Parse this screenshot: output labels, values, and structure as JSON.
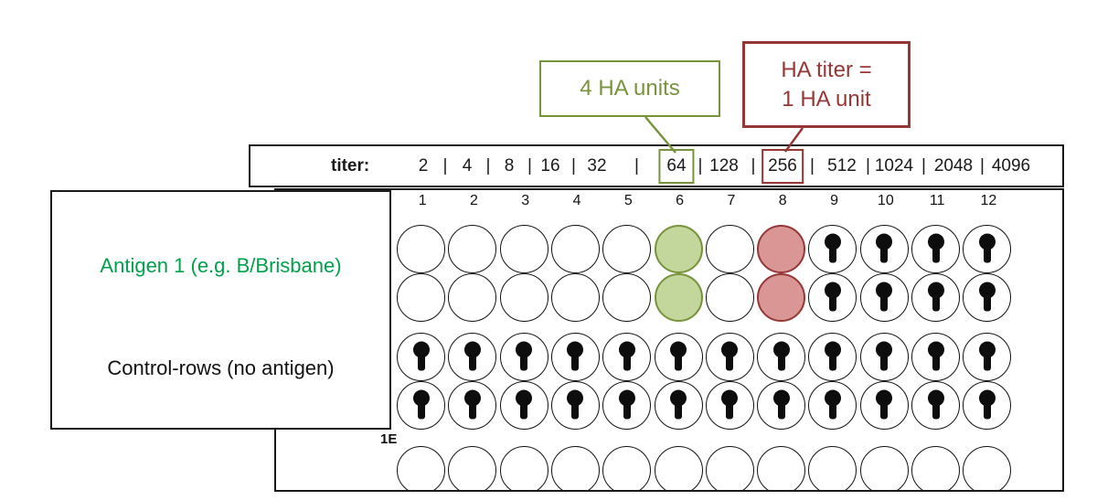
{
  "titer": {
    "label": "titer:",
    "separator": "|",
    "values": [
      "2",
      "4",
      "8",
      "16",
      "32",
      "64",
      "128",
      "256",
      "512",
      "1024",
      "2048",
      "4096"
    ],
    "green_boxed": "64",
    "red_boxed": "256"
  },
  "callouts": {
    "green": {
      "text": "4 HA units"
    },
    "red": {
      "line1": "HA titer =",
      "line2": "1 HA unit"
    }
  },
  "legend": {
    "antigen": "Antigen 1 (e.g. B/Brisbane)",
    "control": "Control-rows (no antigen)"
  },
  "plate": {
    "columns": [
      "1",
      "2",
      "3",
      "4",
      "5",
      "6",
      "7",
      "8",
      "9",
      "10",
      "11",
      "12"
    ],
    "partial_label": "1E",
    "rows": [
      {
        "label": "antigen-row-1",
        "wells": [
          "empty",
          "empty",
          "empty",
          "empty",
          "empty",
          "green",
          "empty",
          "red",
          "button",
          "button",
          "button",
          "button"
        ]
      },
      {
        "label": "antigen-row-2",
        "wells": [
          "empty",
          "empty",
          "empty",
          "empty",
          "empty",
          "green",
          "empty",
          "red",
          "button",
          "button",
          "button",
          "button"
        ]
      },
      {
        "label": "control-row-1",
        "wells": [
          "button",
          "button",
          "button",
          "button",
          "button",
          "button",
          "button",
          "button",
          "button",
          "button",
          "button",
          "button"
        ]
      },
      {
        "label": "control-row-2",
        "wells": [
          "button",
          "button",
          "button",
          "button",
          "button",
          "button",
          "button",
          "button",
          "button",
          "button",
          "button",
          "button"
        ]
      },
      {
        "label": "partial-row",
        "wells": [
          "empty",
          "empty",
          "empty",
          "empty",
          "empty",
          "empty",
          "empty",
          "empty",
          "empty",
          "empty",
          "empty",
          "empty"
        ]
      }
    ]
  },
  "colors": {
    "green_accent": "#77933c",
    "green_fill": "#c3d69b",
    "red_accent": "#953735",
    "red_fill": "#d99694",
    "antigen_green": "#00a14b",
    "border_black": "#1a1a1a"
  }
}
